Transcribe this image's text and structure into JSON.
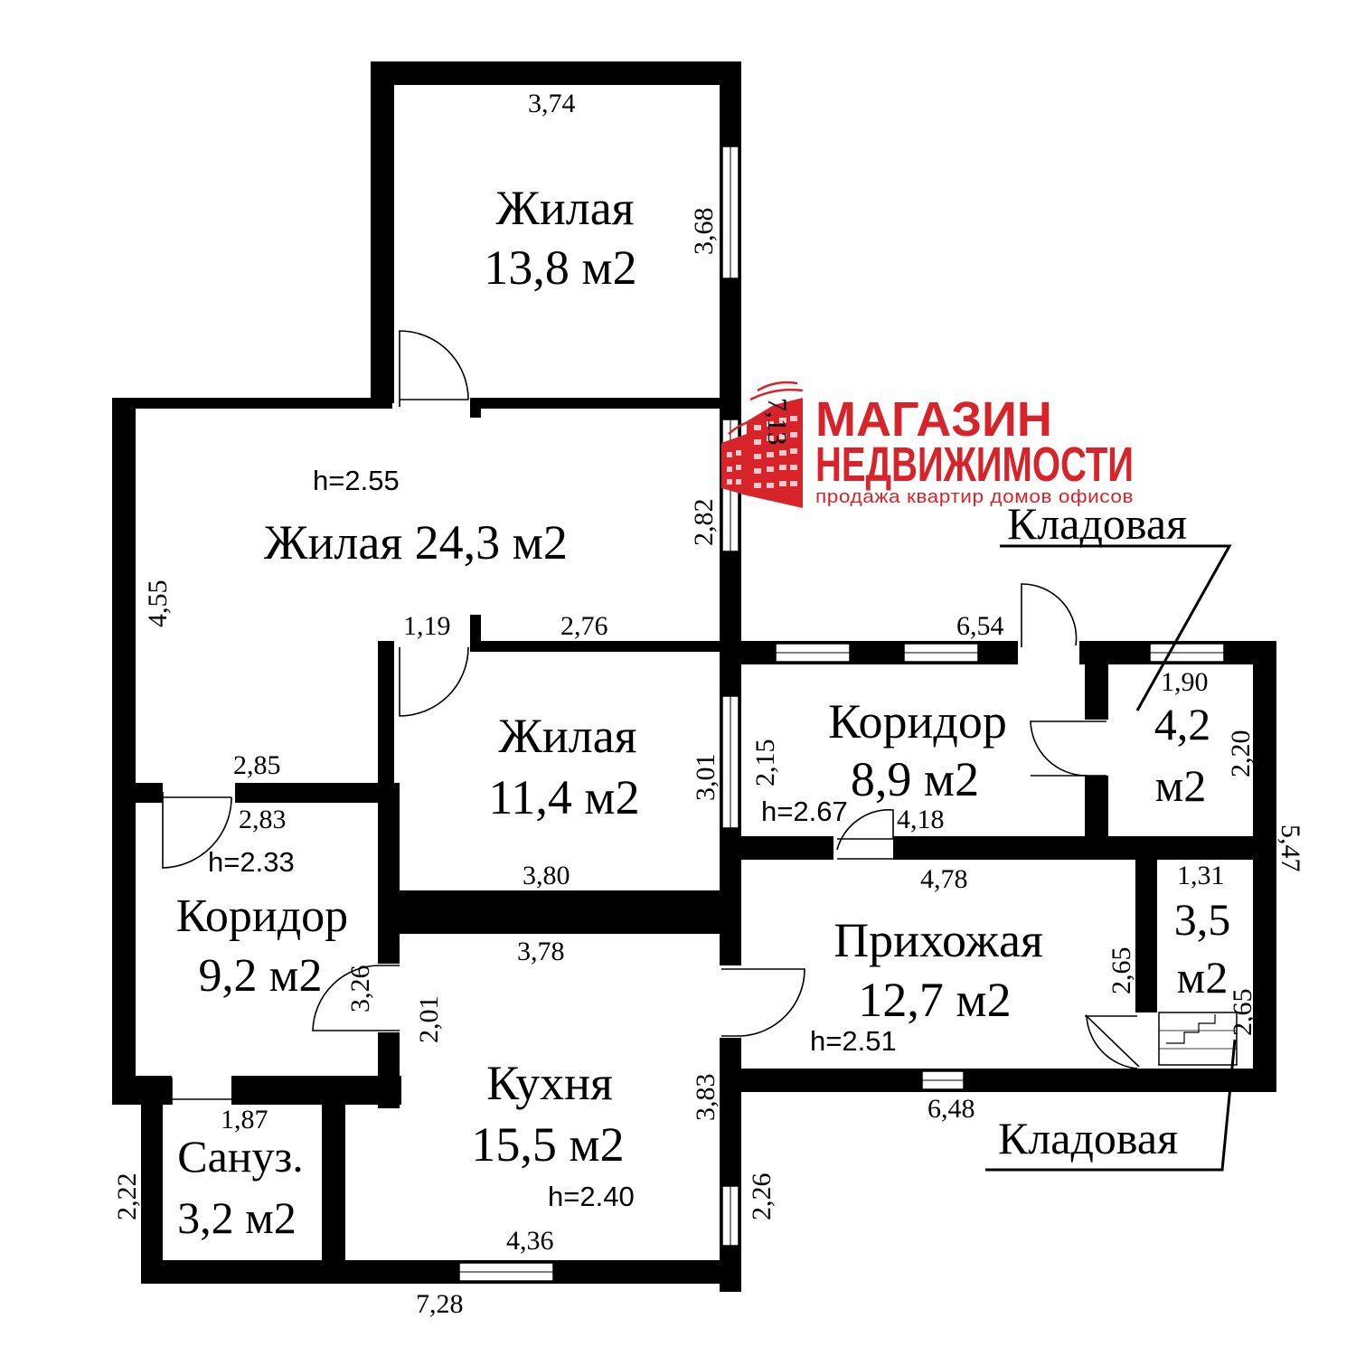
{
  "rooms": {
    "living_top": {
      "name": "Жилая",
      "area": "13,8 м2"
    },
    "living_big": {
      "label": "Жилая 24,3 м2",
      "height": "h=2.55"
    },
    "living_mid": {
      "name": "Жилая",
      "area": "11,4 м2"
    },
    "corridor_left": {
      "name": "Коридор",
      "area": "9,2 м2",
      "height": "h=2.33"
    },
    "corridor_right": {
      "name": "Коридор",
      "area": "8,9 м2",
      "height": "h=2.67"
    },
    "hall": {
      "name": "Прихожая",
      "area": "12,7 м2",
      "height": "h=2.51"
    },
    "kitchen": {
      "name": "Кухня",
      "area": "15,5 м2",
      "height": "h=2.40"
    },
    "bath": {
      "name": "Сануз.",
      "area": "3,2 м2"
    },
    "storage_top": {
      "area_num": "4,2",
      "area_unit": "м2"
    },
    "storage_bottom": {
      "area_num": "3,5",
      "area_unit": "м2"
    }
  },
  "labels": {
    "storage_top": "Кладовая",
    "storage_bottom": "Кладовая"
  },
  "dimensions": {
    "d374": "3,74",
    "d368": "3,68",
    "d713": "7,13",
    "d282": "2,82",
    "d455": "4,55",
    "d119": "1,19",
    "d276": "2,76",
    "d654": "6,54",
    "d190": "1,90",
    "d220": "2,20",
    "d301": "3,01",
    "d215": "2,15",
    "d285": "2,85",
    "d283": "2,83",
    "d418": "4,18",
    "d547": "5,47",
    "d380": "3,80",
    "d478": "4,78",
    "d131": "1,31",
    "d378": "3,78",
    "d265a": "2,65",
    "d265b": "2,65",
    "d326": "3,26",
    "d201": "2,01",
    "d383": "3,83",
    "d648": "6,48",
    "d187": "1,87",
    "d222": "2,22",
    "d226": "2,26",
    "d436": "4,36",
    "d728": "7,28"
  },
  "logo": {
    "line1": "МАГАЗИН",
    "line2": "НЕДВИЖИМОСТИ",
    "tagline": "продажа квартир домов офисов",
    "color": "#d7242a"
  }
}
